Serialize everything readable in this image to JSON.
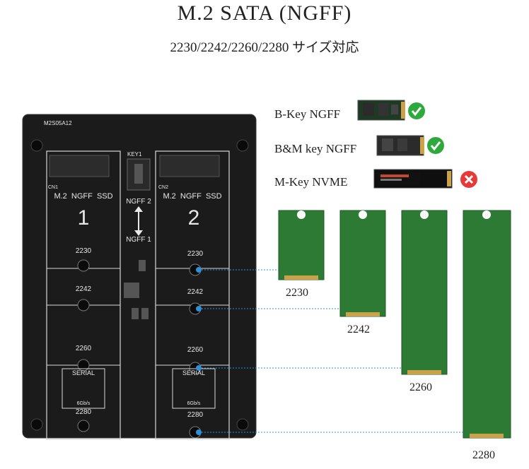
{
  "header": {
    "title": "M.2 SATA (NGFF)",
    "subtitle": "2230/2242/2260/2280 サイズ対応"
  },
  "compatibility": [
    {
      "label": "B-Key NGFF",
      "status": "supported",
      "status_icon": "check-icon",
      "color": "#2eaa3c"
    },
    {
      "label": "B&M key NGFF",
      "status": "supported",
      "status_icon": "check-icon",
      "color": "#2eaa3c"
    },
    {
      "label": "M-Key NVME",
      "status": "unsupported",
      "status_icon": "cross-icon",
      "color": "#e63a3a"
    }
  ],
  "card_lengths": [
    "2230",
    "2242",
    "2260",
    "2280"
  ],
  "board": {
    "model": "M2S05A12",
    "slot1": {
      "header": "M.2  NGFF  SSD",
      "number": "1",
      "cn": "CN1"
    },
    "slot2": {
      "header": "M.2  NGFF  SSD",
      "number": "2",
      "cn": "CN2"
    },
    "key_label": "KEY1",
    "switch_top": "NGFF 2",
    "switch_bottom": "NGFF 1",
    "lengths": [
      "2230",
      "2242",
      "2260",
      "2280"
    ],
    "serial_label": "SERIAL",
    "serial_speed": "6Gb/s",
    "colors": {
      "board": "#1b1b1b",
      "silk": "#e8e8e8",
      "accent": "#2f8fd8"
    }
  }
}
